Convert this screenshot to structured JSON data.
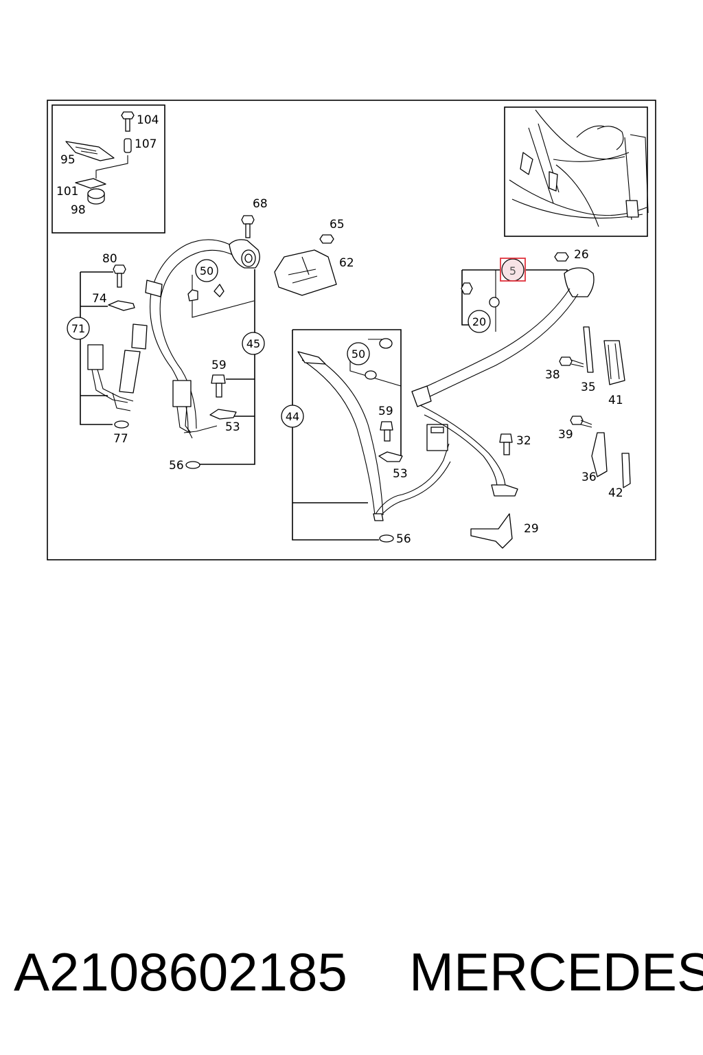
{
  "diagram": {
    "callouts": {
      "c104": "104",
      "c107": "107",
      "c95": "95",
      "c101": "101",
      "c98": "98",
      "c68": "68",
      "c65": "65",
      "c62": "62",
      "c80": "80",
      "c74": "74",
      "c71": "71",
      "c77": "77",
      "c50a": "50",
      "c45": "45",
      "c59a": "59",
      "c53a": "53",
      "c56a": "56",
      "c50b": "50",
      "c44": "44",
      "c59b": "59",
      "c53b": "53",
      "c56b": "56",
      "c5": "5",
      "c26": "26",
      "c20": "20",
      "c38": "38",
      "c35": "35",
      "c41": "41",
      "c32": "32",
      "c39": "39",
      "c36": "36",
      "c42": "42",
      "c29": "29"
    },
    "highlighted_callout": "5",
    "highlight_color": "#e0323c"
  },
  "caption": {
    "part_number": "A2108602185",
    "brand": "MERCEDES"
  }
}
